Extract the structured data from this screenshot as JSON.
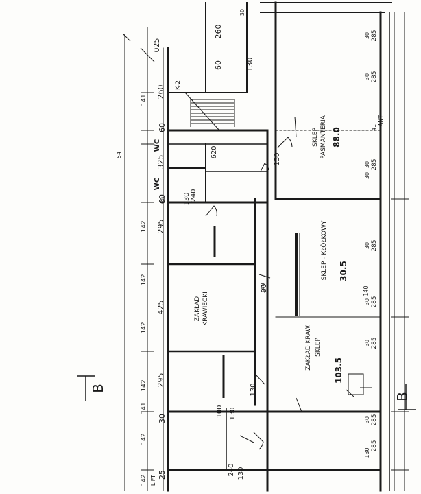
{
  "rooms": [
    {
      "id": "sklep-pasmanteria",
      "lines": [
        "SKLEP",
        "PASMANTERIA"
      ],
      "area": "88.0"
    },
    {
      "id": "sklep-kolkowy",
      "lines": [
        "SKLEP - KŁÓŁKOWY"
      ],
      "area": "30.5"
    },
    {
      "id": "zaklad-kraw-sklep",
      "lines": [
        "ZAKŁAD KRAW.",
        "SKLEP"
      ],
      "area": "103.5"
    },
    {
      "id": "zaklad-krawiecki",
      "lines": [
        "ZAKŁAD",
        "KRAWIECKI"
      ],
      "area": ""
    }
  ],
  "wc": [
    "WC",
    "WC"
  ],
  "stair": {
    "label": "K-2"
  },
  "sections": {
    "left": "B",
    "right": "B"
  },
  "dims": {
    "left_chain": [
      "025",
      "260",
      "60",
      "325",
      "60",
      "295",
      "425",
      "295",
      "30",
      "25"
    ],
    "top_chain": [
      "260",
      "60",
      "130"
    ],
    "interior": [
      "620",
      "130",
      "240",
      "130",
      "240",
      "130",
      "100",
      "30",
      "130",
      "130"
    ],
    "opening_pairs": [
      "141",
      "142",
      "142",
      "142",
      "142",
      "142",
      "142",
      "141"
    ],
    "right_chain": [
      "285",
      "285",
      "285",
      "285",
      "285",
      "285",
      "285",
      "285"
    ],
    "right_sills": [
      "30",
      "30",
      "30",
      "30",
      "30",
      "30",
      "30",
      "30",
      "130",
      "140"
    ],
    "misc": [
      "54",
      "60",
      "30",
      "140",
      "41",
      "ANT",
      "LIFT"
    ]
  },
  "colors": {
    "ink": "#1a1a1a",
    "paper": "#fdfdfb"
  }
}
